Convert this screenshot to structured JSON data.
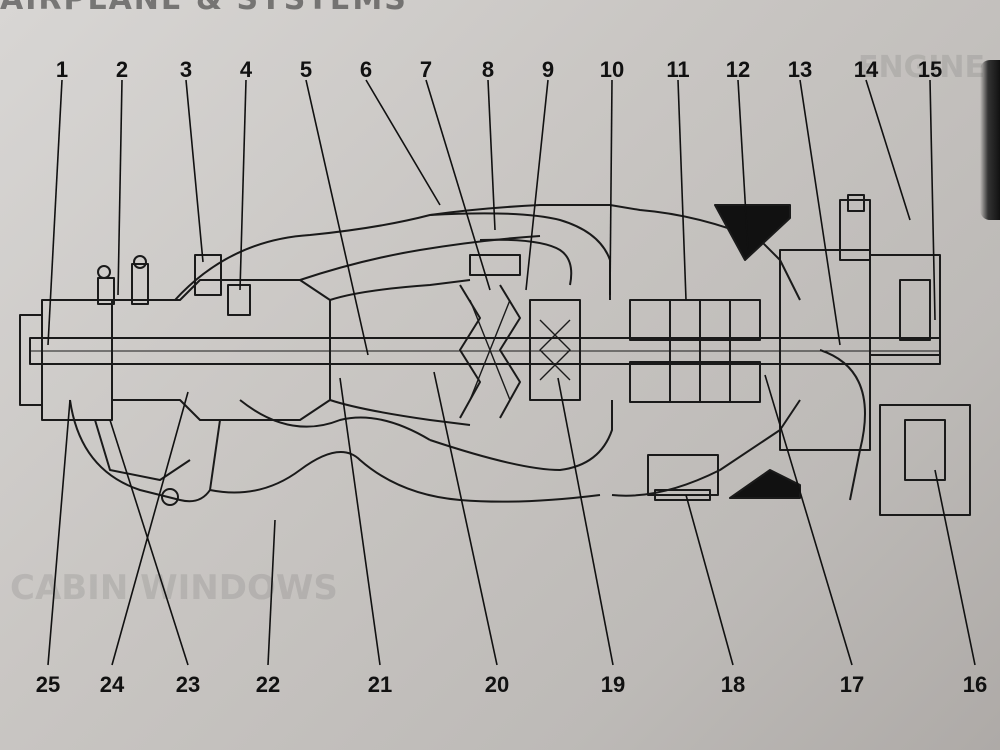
{
  "page": {
    "header_title": "AIRPLANE & SYSTEMS",
    "ghost_headings": {
      "engine": "ENGINE",
      "cabin": "CABIN WINDOWS"
    }
  },
  "callouts": {
    "top": [
      "1",
      "2",
      "3",
      "4",
      "5",
      "6",
      "7",
      "8",
      "9",
      "10",
      "11",
      "12",
      "13",
      "14",
      "15"
    ],
    "bottom": [
      "25",
      "24",
      "23",
      "22",
      "21",
      "20",
      "19",
      "18",
      "17",
      "16"
    ]
  },
  "colors": {
    "ink": "#111111",
    "paper": "#c9c6c3"
  }
}
